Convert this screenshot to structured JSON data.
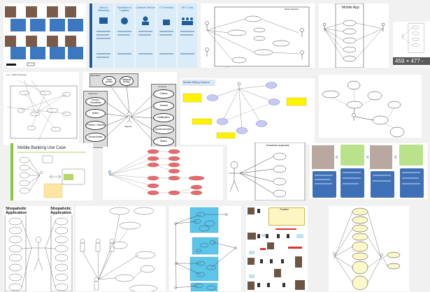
{
  "results": [
    {
      "id": "r1",
      "kind": "photo-flow"
    },
    {
      "id": "r2",
      "kind": "infographic",
      "columns": [
        "Sales & Marketing",
        "Operations & Logistics",
        "Customer Service",
        "IT & Security",
        "HR & Corp"
      ]
    },
    {
      "id": "r3",
      "kind": "use-case",
      "title": "Mobile Application"
    },
    {
      "id": "r4",
      "kind": "use-case",
      "title": "Mobile App"
    },
    {
      "id": "r5",
      "kind": "use-case",
      "hover_label": "459 × 477 - bl..."
    },
    {
      "id": "r6",
      "kind": "use-case",
      "title": "2.1 — QCP Overview"
    },
    {
      "id": "r7",
      "kind": "use-case",
      "estimation": "Estimation",
      "time": "Time (units)",
      "material": "Material (units)",
      "inspection": "Inspection",
      "inspection_items": [
        "Forms / Checklists",
        "Notes",
        "Photos / Videos",
        "Sound Notes"
      ],
      "common": "Common",
      "common_items": [
        "Claims",
        "Journal",
        "Notification",
        "Synchronization",
        "Status"
      ],
      "actor": "Adjuster"
    },
    {
      "id": "r8",
      "kind": "use-case",
      "title": "Mobile Billing System"
    },
    {
      "id": "r9",
      "kind": "use-case"
    },
    {
      "id": "r10",
      "kind": "use-case",
      "title": "Mobile Banking Use Case"
    },
    {
      "id": "r11",
      "kind": "use-case"
    },
    {
      "id": "r12",
      "kind": "use-case",
      "title": "Shopaholic Application"
    },
    {
      "id": "r13",
      "kind": "storyboard"
    },
    {
      "id": "r14",
      "kind": "use-case",
      "title_left": "Shopaholic Application",
      "title_right": "Shopaholic Application"
    },
    {
      "id": "r15",
      "kind": "use-case"
    },
    {
      "id": "r16",
      "kind": "use-case"
    },
    {
      "id": "r17",
      "kind": "storyboard",
      "title": "Timeline"
    },
    {
      "id": "r18",
      "kind": "use-case"
    }
  ]
}
